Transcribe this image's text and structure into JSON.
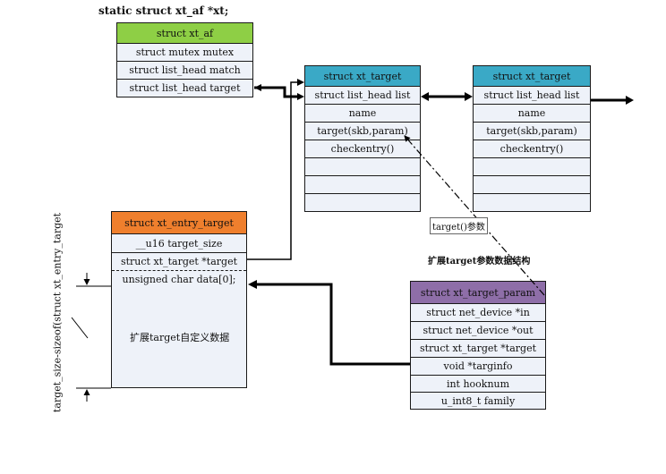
{
  "title": "static struct xt_af *xt;",
  "xt_af": {
    "header": "struct xt_af",
    "fields": [
      "struct mutex mutex",
      "struct list_head match",
      "struct list_head target"
    ]
  },
  "xt_target_1": {
    "header": "struct xt_target",
    "fields": [
      "struct list_head list",
      "name",
      "target(skb,param)",
      "checkentry()",
      "",
      "",
      ""
    ]
  },
  "xt_target_2": {
    "header": "struct xt_target",
    "fields": [
      "struct list_head list",
      "name",
      "target(skb,param)",
      "checkentry()",
      "",
      "",
      ""
    ]
  },
  "xt_entry_target": {
    "header": "struct xt_entry_target",
    "fields": [
      "__u16 target_size",
      "struct xt_target *target",
      "unsigned char data[0];"
    ],
    "custom_data": "扩展target自定义数据"
  },
  "xt_target_param": {
    "header": "struct xt_target_param",
    "fields": [
      "struct net_device *in",
      "struct net_device *out",
      "struct xt_target *target",
      "void *targinfo",
      "int hooknum",
      "u_int8_t family"
    ]
  },
  "labels": {
    "target_param_label": "target()参数",
    "param_struct_label": "扩展target参数数据结构",
    "size_label": "target_size-sizeof(struct xt_entry_target"
  },
  "colors": {
    "xt_af_header": "#8ecf45",
    "xt_target_header": "#3aa9c6",
    "xt_entry_target_header": "#ef7f2d",
    "xt_target_param_header": "#8e6ea8",
    "field_fill": "#eef2f9"
  }
}
